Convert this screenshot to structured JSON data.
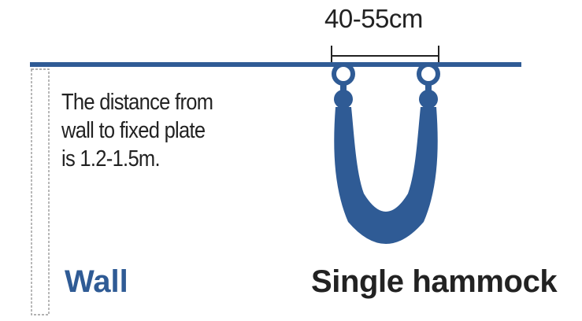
{
  "dimension": {
    "label": "40-55cm"
  },
  "wall": {
    "note_lines": [
      "The distance from",
      "wall to fixed plate",
      "is 1.2-1.5m."
    ],
    "label": "Wall"
  },
  "hammock": {
    "label": "Single hammock"
  },
  "colors": {
    "accent_blue": "#2f5b95",
    "text_dark": "#222222",
    "dashed_gray": "#9a9a9a"
  },
  "icons": {
    "hammock": "hammock-icon",
    "ring": "ring-icon",
    "ceiling_bar": "ceiling-bar",
    "wall_outline": "wall-outline"
  }
}
